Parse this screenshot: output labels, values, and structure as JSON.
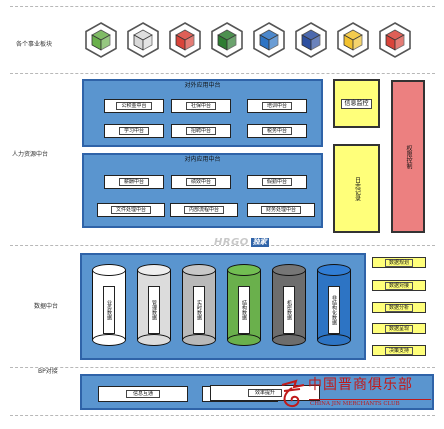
{
  "rows": {
    "business": "各个事业板块",
    "hr_platform": "人力资源中台",
    "data_platform": "数据中台",
    "bp": "BP对接"
  },
  "external_platform": {
    "title": "对外应用中台",
    "items": [
      "公积金中台",
      "社保中台",
      "培训中台",
      "学习中台",
      "招聘中台",
      "税务中台"
    ]
  },
  "internal_platform": {
    "title": "对内应用中台",
    "items": [
      "薪酬中台",
      "绩效中台",
      "假勤中台",
      "文件处理中台",
      "内部流程中台",
      "财务处理中台"
    ]
  },
  "side": {
    "info_monitor": "信息监控",
    "log_record": "日志记录",
    "permission_control": "权限控制"
  },
  "hr_logo": {
    "text": "HRGO",
    "badge": "独家"
  },
  "databases": [
    "业务数据",
    "管理数据",
    "实时数据",
    "结构数据",
    "机密数据",
    "非结构化数据"
  ],
  "data_functions": [
    "数据规划",
    "数据对接",
    "数据分析",
    "数据呈现",
    "决策支持"
  ],
  "bp": {
    "items": [
      "信息互通",
      "效率提升"
    ]
  },
  "watermark": {
    "cn": "中国晋商俱乐部",
    "en": "CHINA JIN MERCHANTS CLUB"
  },
  "colors": {
    "panel_blue": "#5a95cf",
    "panel_border": "#2f63a8",
    "yellow": "#ffff7a",
    "side_pink": "#ec8080",
    "watermark_red": "#c01a1a",
    "cylinders": [
      "#ffffff",
      "#dcdcdc",
      "#b9b9b9",
      "#6ab04c",
      "#6d6d6d",
      "#2d74c4"
    ]
  },
  "business_icons": [
    "green-cube-icon",
    "white-cube-icon",
    "red-cube-icon",
    "dark-green-cube-icon",
    "blue-cube-icon",
    "yellow-cube-icon",
    "red-cube-icon"
  ]
}
